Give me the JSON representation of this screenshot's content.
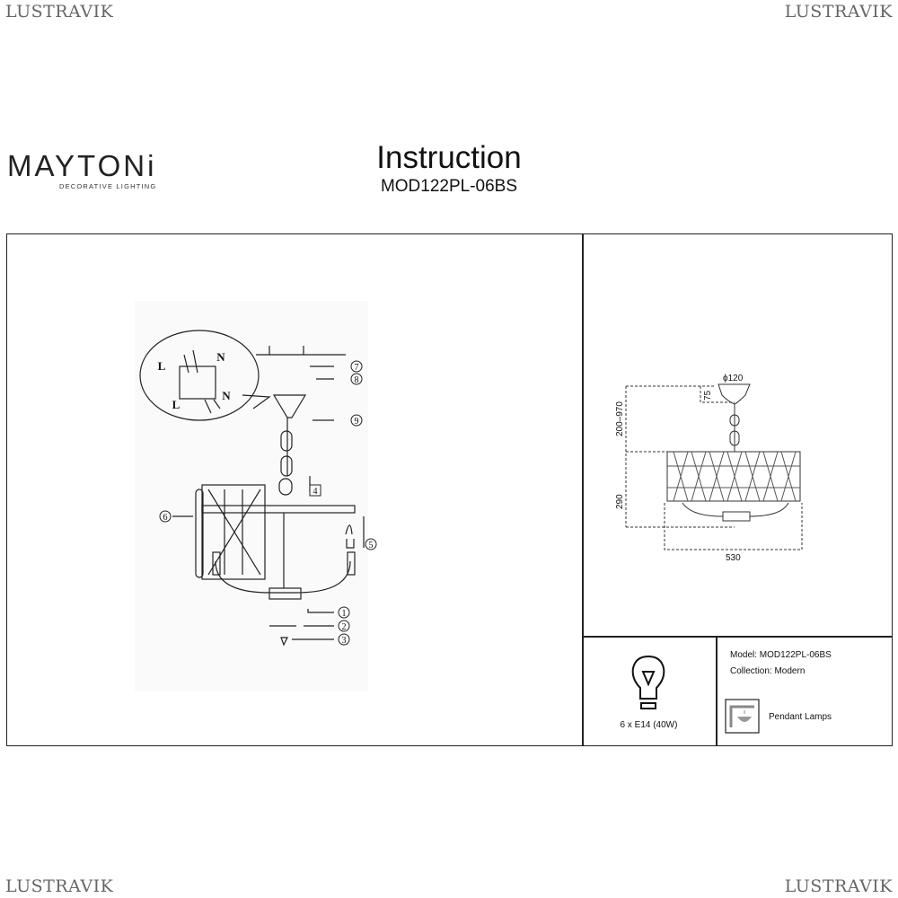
{
  "watermark": "LUSTRAVIK",
  "brand": {
    "name": "MAYTONi",
    "tagline": "DECORATIVE LIGHTING"
  },
  "header": {
    "title": "Instruction",
    "model": "MOD122PL-06BS"
  },
  "assembly": {
    "callouts": [
      "1",
      "2",
      "3",
      "4",
      "5",
      "6",
      "7",
      "8",
      "9"
    ],
    "wire_labels": {
      "live": "L",
      "neutral": "N"
    }
  },
  "dimensions": {
    "canopy_diameter": "ϕ120",
    "canopy_height": "75",
    "chain_length": "200–970",
    "body_height": "290",
    "width": "530"
  },
  "specs": {
    "bulb": "6 x E14 (40W)",
    "model_line": "Model: MOD122PL-06BS",
    "collection_line": "Collection: Modern",
    "type": "Pendant Lamps"
  }
}
